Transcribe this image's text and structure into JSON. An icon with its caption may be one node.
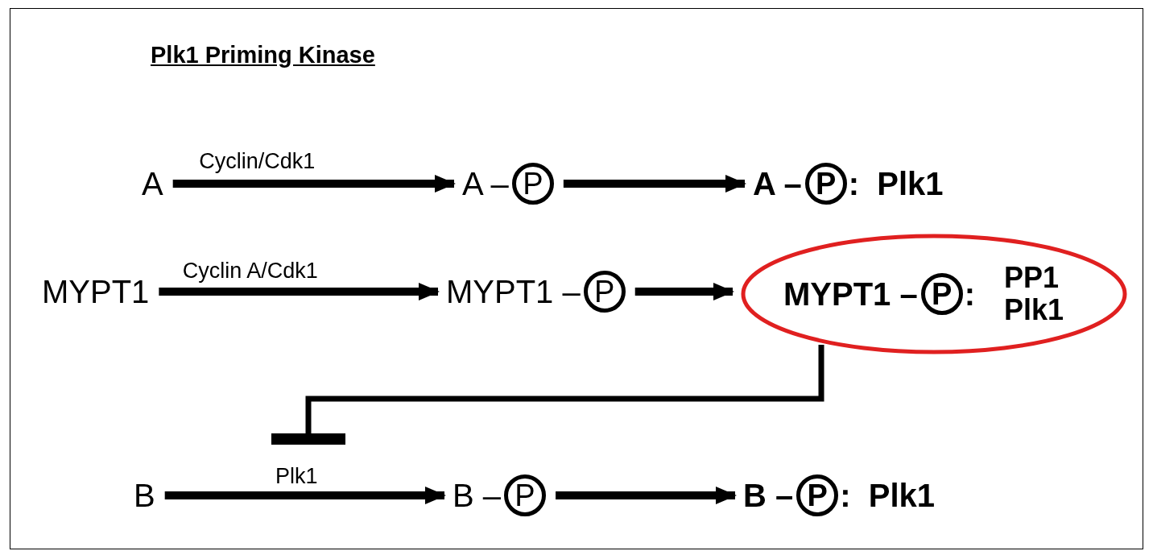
{
  "diagram": {
    "title": "Plk1 Priming Kinase",
    "nodes": [
      {
        "text": [
          "A"
        ]
      },
      {
        "text": [
          "A –",
          "P"
        ]
      },
      {
        "text": [
          "A –",
          "P",
          ":  Plk1"
        ]
      },
      {
        "text": [
          "MYPT1"
        ]
      },
      {
        "text": [
          "MYPT1 –",
          "P"
        ]
      },
      {
        "text": [
          "MYPT1 –",
          "P",
          ":",
          "PP1 Plk1"
        ]
      },
      {
        "text": [
          "B"
        ]
      },
      {
        "text": [
          "B –",
          "P"
        ]
      },
      {
        "text": [
          "B –",
          "P",
          ":  Plk1"
        ]
      }
    ],
    "edges": [
      {
        "from": 0,
        "to": 1,
        "arrow": "to",
        "label": "Cyclin/Cdk1"
      },
      {
        "from": 1,
        "to": 2,
        "arrow": "to"
      },
      {
        "from": 3,
        "to": 4,
        "arrow": "to",
        "label": "Cyclin A/Cdk1"
      },
      {
        "from": 4,
        "to": 5,
        "arrow": "to"
      },
      {
        "from": 6,
        "to": 7,
        "arrow": "to",
        "label": "Plk1"
      },
      {
        "from": 7,
        "to": 8,
        "arrow": "to"
      },
      {
        "from": 5,
        "to": null,
        "arrow": "other"
      }
    ]
  }
}
